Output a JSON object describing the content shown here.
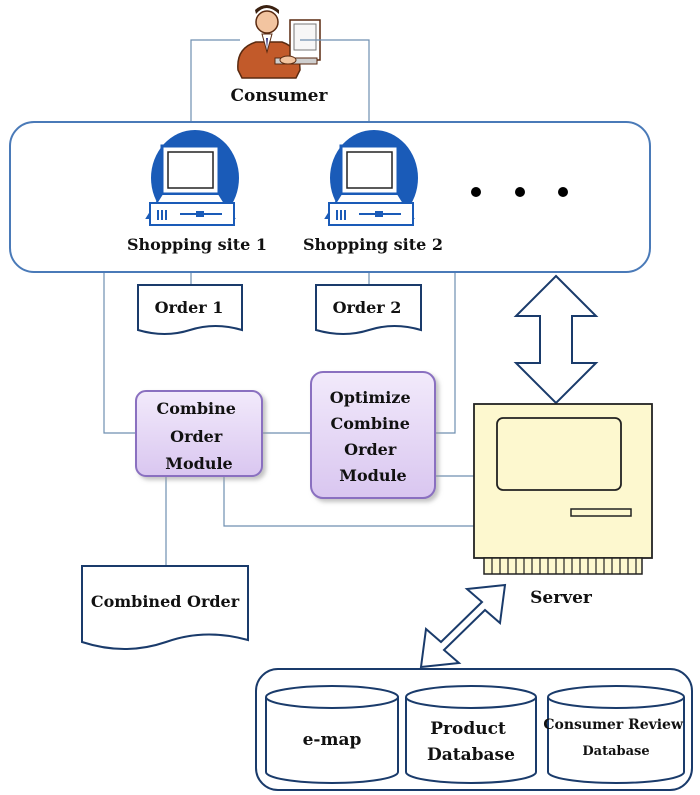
{
  "consumer": {
    "label": "Consumer"
  },
  "sites": [
    {
      "label": "Shopping site 1"
    },
    {
      "label": "Shopping site 2"
    }
  ],
  "orders": [
    {
      "label": "Order 1"
    },
    {
      "label": "Order 2"
    }
  ],
  "modules": {
    "combine": [
      "Combine",
      "Order",
      "Module"
    ],
    "optimize": [
      "Optimize",
      "Combine",
      "Order",
      "Module"
    ]
  },
  "combined_order": {
    "label": "Combined Order"
  },
  "server": {
    "label": "Server"
  },
  "databases": {
    "emap": [
      "e-map"
    ],
    "product": [
      "Product",
      "Database"
    ],
    "review": [
      "Consumer Review",
      "Database"
    ]
  },
  "colors": {
    "monitor_blue": "#1a5bb8",
    "module_fill": "#e4d6f5",
    "module_stroke": "#8a6fc0",
    "server_fill": "#fdf8cf",
    "frame_stroke": "#4a7ab8",
    "connector": "#6f8fb0"
  }
}
